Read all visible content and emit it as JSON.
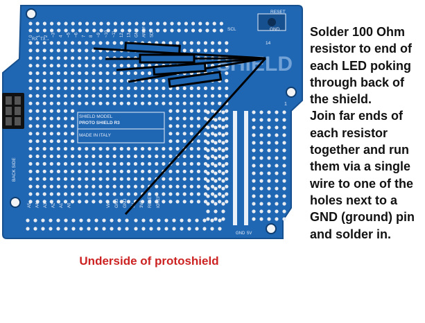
{
  "board": {
    "silkscreen_name": "SHIELD",
    "reset_label": "RESET",
    "gnd_label": "GND",
    "scl_label": "SCL",
    "pin_14": "14",
    "model_lines": [
      "SHIELD MODEL",
      "PROTO SHIELD R3",
      "MADE IN ITALY"
    ],
    "back_side_label": "BACK SIDE",
    "rx_tx": [
      "←RX",
      "TX→"
    ],
    "digital_pins": [
      "0",
      "1",
      "2",
      "~3",
      "4",
      "~5",
      "~6",
      "7",
      "8",
      "~9",
      "~10",
      "~11",
      "12",
      "13",
      "GND",
      "AREF",
      "SDA"
    ],
    "analog_pins": [
      "A5",
      "A4",
      "A3",
      "A2",
      "A1",
      "A0"
    ],
    "power_pins": [
      "Vin",
      "GND",
      "GND",
      "5V",
      "3V3",
      "RESET",
      "IOREF"
    ],
    "column_labels": [
      "7",
      "1"
    ],
    "bottom_labels": [
      "GND",
      "5V"
    ]
  },
  "instructions": [
    "Solder 100 Ohm resistor to end of each LED poking through back of the shield.",
    "Join far ends of each resistor together and run them via a single wire to one of the holes next to a GND (ground) pin and solder in."
  ],
  "caption": "Underside of protoshield",
  "colors": {
    "board": "#1f66b3",
    "board_dark": "#17508f",
    "hole": "#e9edf2",
    "pad_gold": "#c9c9b0",
    "wire": "#000000",
    "caption": "#cc2222",
    "text": "#111111"
  }
}
